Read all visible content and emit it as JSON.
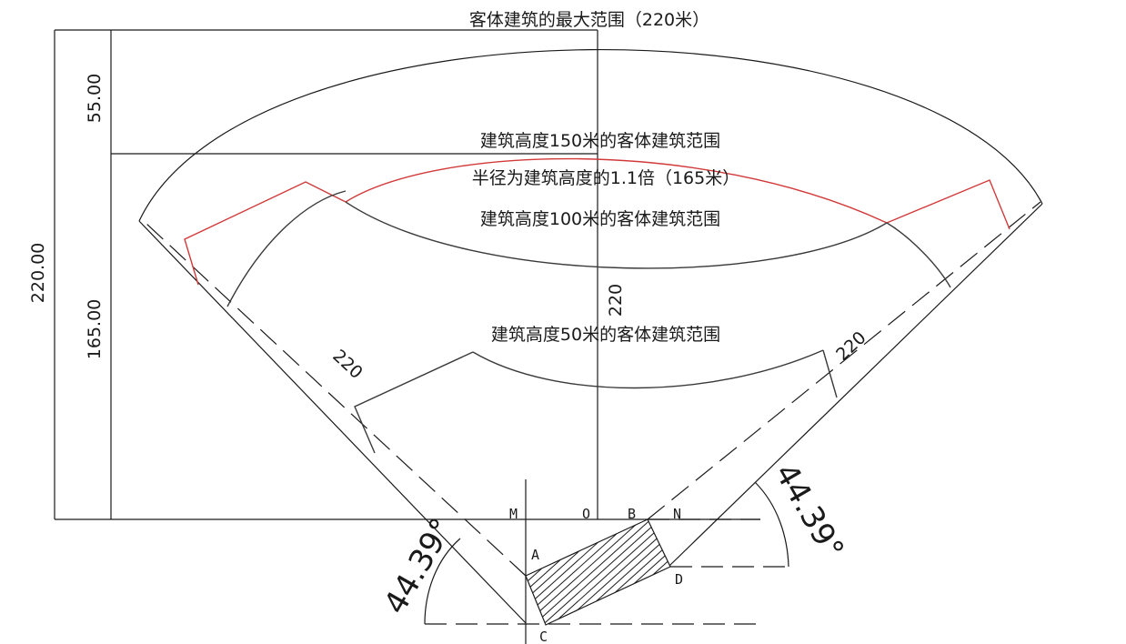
{
  "labels": {
    "max_range": "客体建筑的最大范围（220米）",
    "h150": "建筑高度150米的客体建筑范围",
    "radius_note": "半径为建筑高度的1.1倍（165米）",
    "h100": "建筑高度100米的客体建筑范围",
    "h50": "建筑高度50米的客体建筑范围"
  },
  "dimensions": {
    "total": "220.00",
    "upper": "55.00",
    "lower": "165.00",
    "center_radius": "220",
    "left_radius": "220",
    "right_radius": "220"
  },
  "angles": {
    "left": "44.39°",
    "right": "44.39°"
  },
  "points": {
    "M": "M",
    "O": "O",
    "B": "B",
    "N": "N",
    "A": "A",
    "C": "C",
    "D": "D"
  },
  "colors": {
    "line": "#1a1a1a",
    "curve_gray": "#3a3a3a",
    "red_curve": "#d23a3a"
  }
}
